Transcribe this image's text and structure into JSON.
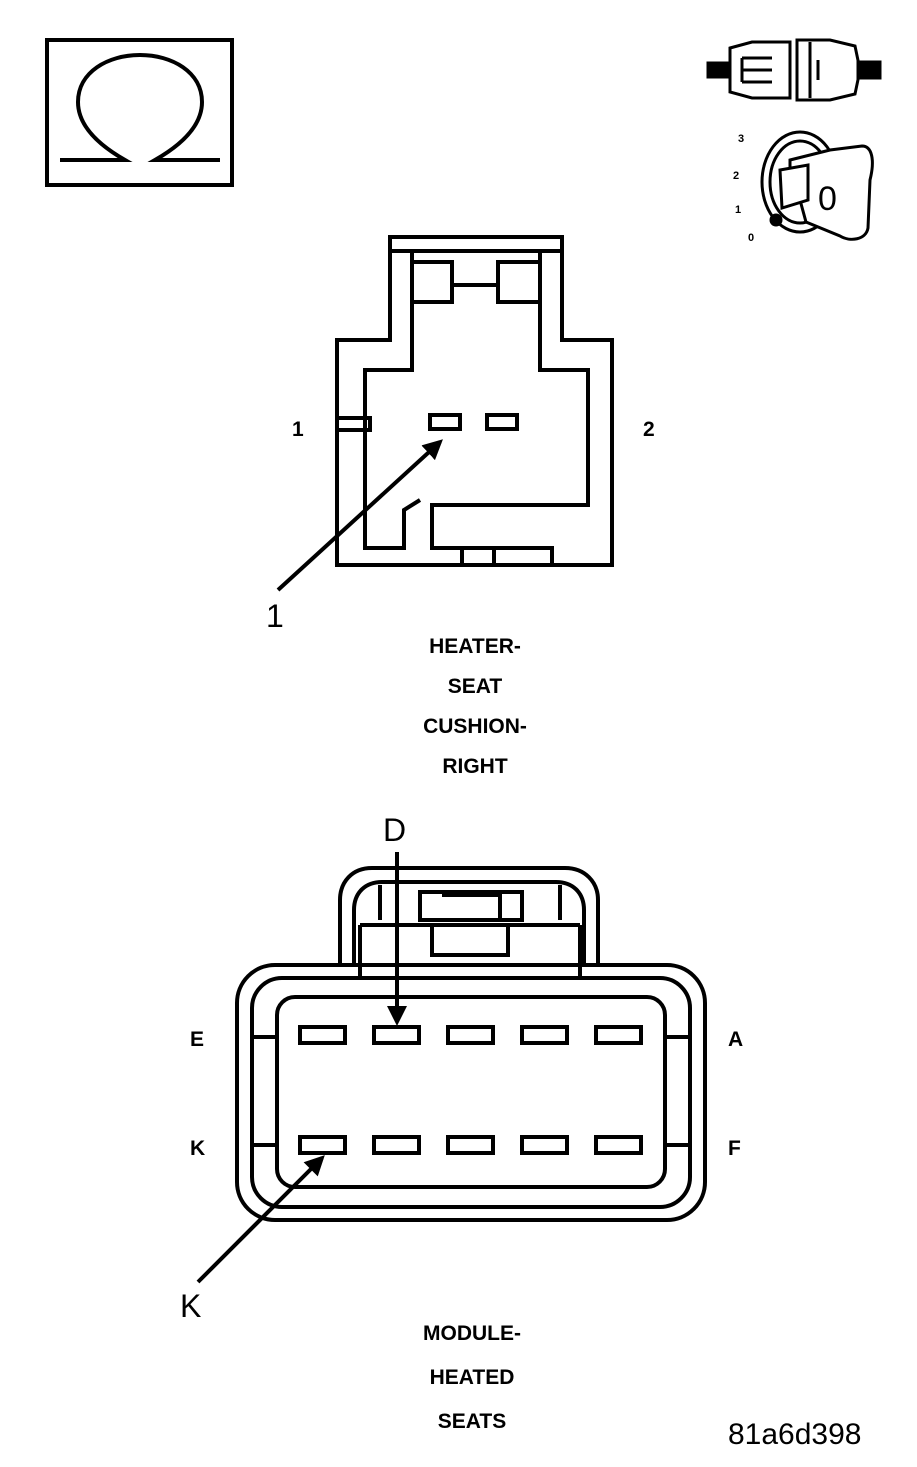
{
  "ohmmeter_symbol": {
    "icon": "ohm-icon"
  },
  "ignition_key": {
    "positions": [
      "3",
      "2",
      "1",
      "0"
    ],
    "key_label": "0"
  },
  "connector_top": {
    "pin_left": "1",
    "pin_right": "2",
    "callout": "1",
    "caption": [
      "HEATER-",
      "SEAT",
      "CUSHION-",
      "RIGHT"
    ]
  },
  "connector_bottom": {
    "row_top_left": "E",
    "row_top_right": "A",
    "row_bottom_left": "K",
    "row_bottom_right": "F",
    "callout_top": "D",
    "callout_bottom": "K",
    "caption": [
      "MODULE-",
      "HEATED",
      "SEATS"
    ]
  },
  "figure_id": "81a6d398",
  "colors": {
    "line": "#000000",
    "background": "#ffffff"
  }
}
